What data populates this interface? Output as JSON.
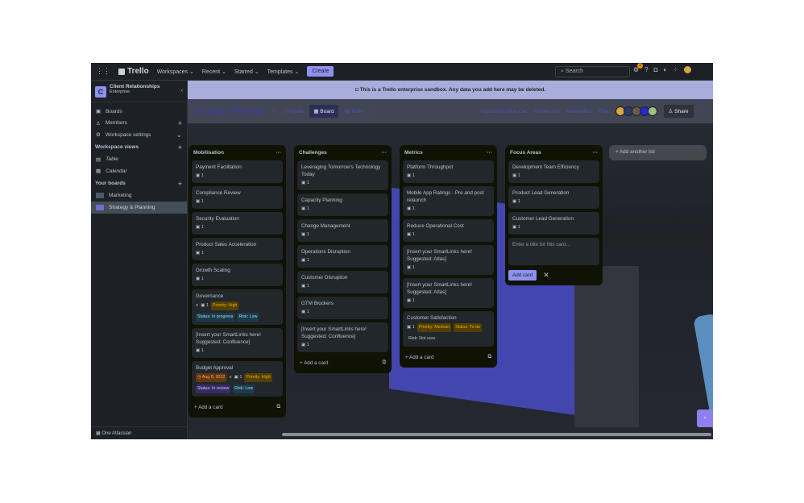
{
  "topbar": {
    "logo": "Trello",
    "nav": [
      "Workspaces ⌄",
      "Recent ⌄",
      "Starred ⌄",
      "Templates ⌄"
    ],
    "create": "Create",
    "search_placeholder": "Search",
    "notif_count": "1"
  },
  "sidebar": {
    "workspace": "Client Relationships",
    "plan": "Enterprise",
    "avatar": "C",
    "items": [
      {
        "label": "Boards",
        "icon": "▣"
      },
      {
        "label": "Members",
        "icon": "♙",
        "add": "+"
      },
      {
        "label": "Workspace settings",
        "icon": "⚙",
        "add": "⌄"
      }
    ],
    "views_heading": "Workspace views",
    "views": [
      {
        "label": "Table",
        "icon": "▤"
      },
      {
        "label": "Calendar",
        "icon": "▦"
      }
    ],
    "boards_heading": "Your boards",
    "boards": [
      "Marketing",
      "Strategy & Planning"
    ],
    "footer": "One Atlassian"
  },
  "banner": "This is a Trello enterprise sandbox. Any data you add here may be deleted.",
  "board": {
    "title": "Strategy & Planning",
    "visibility": "Private",
    "views": [
      "Board",
      "Table"
    ],
    "powerups": [
      "Imports by Blue Cat",
      "Power-Ups",
      "Automation",
      "Filter"
    ],
    "share": "Share",
    "add_list": "+ Add another list"
  },
  "lists": [
    {
      "title": "Mobilisation",
      "add": "Add a card",
      "cards": [
        {
          "title": "Payment Facilitation",
          "count": "1"
        },
        {
          "title": "Compliance Review",
          "count": "1"
        },
        {
          "title": "Security Evaluation",
          "count": "1"
        },
        {
          "title": "Product Sales Acceleration",
          "count": "1"
        },
        {
          "title": "Growth Scaling",
          "count": "1"
        },
        {
          "title": "Governance",
          "desc": true,
          "count": "1",
          "labels": [
            {
              "text": "Priority: High",
              "c": "#533f04",
              "t": "#e2b203"
            },
            {
              "text": "Status: In progress",
              "c": "#1c3a4a",
              "t": "#9dd9ee"
            },
            {
              "text": "Risk: Low",
              "c": "#1c3a4a",
              "t": "#9dd9ee"
            }
          ]
        },
        {
          "title": "[Insert your SmartLinks here! Suggested: Confluence]",
          "count": "1"
        },
        {
          "title": "Budget Approval",
          "date": "Aug 8, 2022",
          "desc": true,
          "count": "1",
          "labels": [
            {
              "text": "Priority: High",
              "c": "#533f04",
              "t": "#e2b203"
            },
            {
              "text": "Status: In review",
              "c": "#352c63",
              "t": "#dfb6ff"
            },
            {
              "text": "Risk: Low",
              "c": "#1c3a4a",
              "t": "#9dd9ee"
            }
          ]
        }
      ]
    },
    {
      "title": "Challenges",
      "add": "Add a card",
      "cards": [
        {
          "title": "Leveraging Tomorrow's Technology Today",
          "count": "1"
        },
        {
          "title": "Capacity Planning",
          "count": "1"
        },
        {
          "title": "Change Management",
          "count": "1"
        },
        {
          "title": "Operations Disruption",
          "count": "1"
        },
        {
          "title": "Customer Disruption",
          "count": "1"
        },
        {
          "title": "GTM Blockers",
          "count": "1"
        },
        {
          "title": "[Insert your SmartLinks here! Suggested: Confluence]",
          "count": "1"
        }
      ]
    },
    {
      "title": "Metrics",
      "add": "Add a card",
      "cards": [
        {
          "title": "Platform Throughput",
          "count": "1"
        },
        {
          "title": "Mobile App Ratings - Pre and post relaunch",
          "count": "1"
        },
        {
          "title": "Reduce Operational Cost",
          "count": "1"
        },
        {
          "title": "[Insert your SmartLinks here! Suggested: Atlas]",
          "count": "1"
        },
        {
          "title": "[Insert your SmartLinks here! Suggested: Atlas]",
          "count": "1"
        },
        {
          "title": "Customer Satisfaction",
          "count": "1",
          "labels": [
            {
              "text": "Priority: Medium",
              "c": "#533f04",
              "t": "#e2b203"
            },
            {
              "text": "Status: To do",
              "c": "#533f04",
              "t": "#e2b203"
            },
            {
              "text": "Risk: Not sure",
              "c": "transparent",
              "t": "#b6c2cf"
            }
          ]
        }
      ]
    },
    {
      "title": "Focus Areas",
      "composer": {
        "placeholder": "Enter a title for this card...",
        "add": "Add card",
        "cancel": "✕"
      },
      "cards": [
        {
          "title": "Development Team Efficiency",
          "count": "1"
        },
        {
          "title": "Product Lead Generation",
          "count": "1"
        },
        {
          "title": "Customer Lead Generation",
          "count": "1"
        }
      ]
    }
  ]
}
